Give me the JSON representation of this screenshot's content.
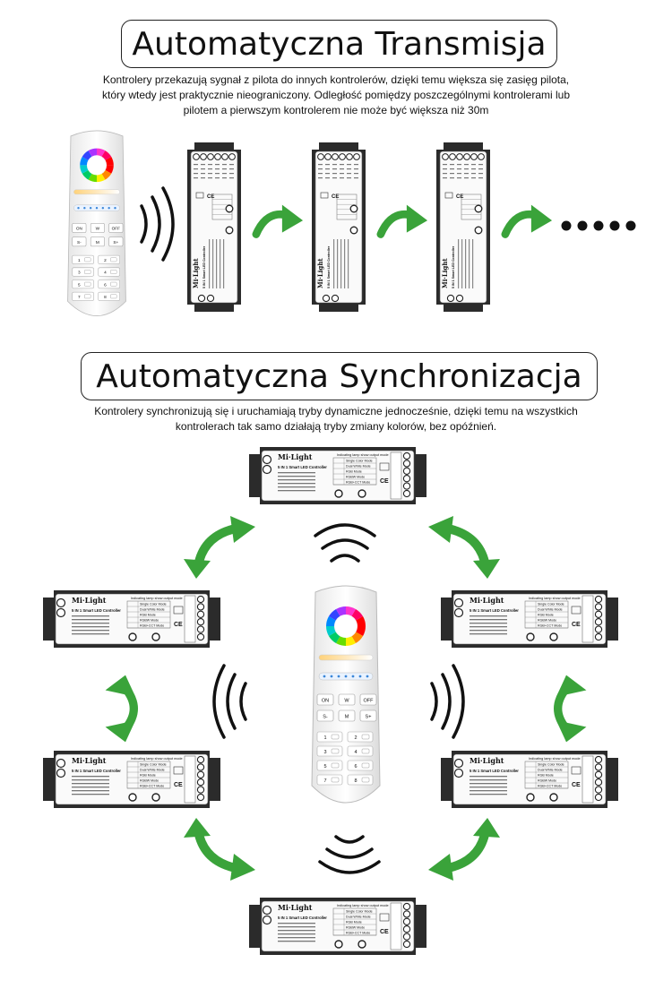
{
  "section1": {
    "title": "Automatyczna Transmisja",
    "description_lines": [
      "Kontrolery przekazują sygnał z pilota do innych kontrolerów, dzięki temu większa się zasięg pilota,",
      "który wtedy jest praktycznie nieograniczony. Odległość pomiędzy poszczególnymi kontrolerami lub",
      "pilotem a pierwszym kontrolerem nie może być większa niż 30m"
    ]
  },
  "section2": {
    "title": "Automatyczna Synchronizacja",
    "description_lines": [
      "Kontrolery synchronizują się i uruchamiają tryby dynamiczne jednocześnie, dzięki temu na wszystkich",
      "kontrolerach tak samo działają tryby zmiany kolorów, bez opóźnień."
    ]
  },
  "device": {
    "brand": "Mi·Light",
    "model": "5 IN 1 Smart LED Controller",
    "mode_table_header": "Indicating lamp show output mode",
    "modes": [
      "Single Color Mode",
      "Dual White Mode",
      "RGB Mode",
      "RGBW Mode",
      "RGB+CCT Mode"
    ]
  },
  "remote": {
    "buttons": [
      "ON",
      "W",
      "OFF",
      "S-",
      "M",
      "S+"
    ],
    "zones": [
      "1",
      "2",
      "3",
      "4",
      "5",
      "6",
      "7",
      "8"
    ]
  },
  "colors": {
    "arrow_green": "#3aa33a",
    "device_dark": "#2b2b2b",
    "wave": "#111111"
  },
  "icons": [
    "signal-wave-icon",
    "curved-arrow-icon",
    "double-arrow-icon",
    "ellipsis-dots-icon"
  ]
}
